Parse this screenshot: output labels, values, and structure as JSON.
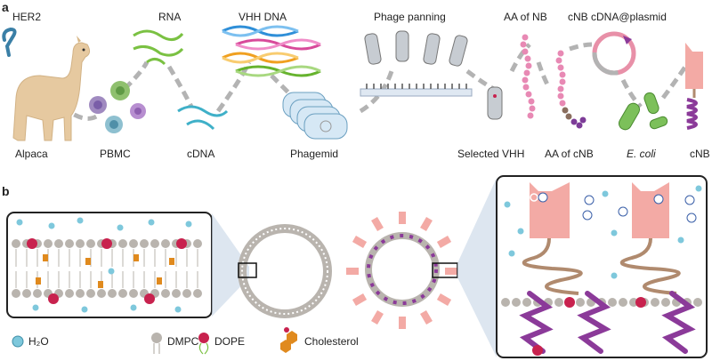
{
  "panel_a": {
    "letter": "a",
    "labels": {
      "her2": "HER2",
      "rna": "RNA",
      "vhh_dna": "VHH DNA",
      "phage_panning": "Phage panning",
      "aa_nb": "AA of NB",
      "plasmid": "cNB cDNA@plasmid",
      "alpaca": "Alpaca",
      "pbmc": "PBMC",
      "cdna": "cDNA",
      "phagemid": "Phagemid",
      "selected_vhh": "Selected VHH",
      "aa_cnb": "AA of cNB",
      "ecoli": "E. coli",
      "cnb": "cNB"
    }
  },
  "panel_b": {
    "letter": "b",
    "legend": {
      "h2o": "H₂O",
      "dmpc": "DMPC",
      "dope": "DOPE",
      "cholesterol": "Cholesterol"
    }
  },
  "colors": {
    "arrow": "#b3b3b3",
    "lipid_head": "#b9b4ae",
    "water": "#7ec8dc",
    "dope": "#c8224e",
    "cholesterol": "#e08a1e",
    "nanobody": "#f3aaa5",
    "linker": "#b08a6e",
    "helix": "#8b3a99",
    "dna_blue": "#2f8fd8",
    "dna_pink": "#d84a9a",
    "dna_orange": "#f0a020",
    "dna_green": "#66b32e",
    "alpaca_body": "#e6c9a0",
    "her2": "#3a7fa6"
  }
}
